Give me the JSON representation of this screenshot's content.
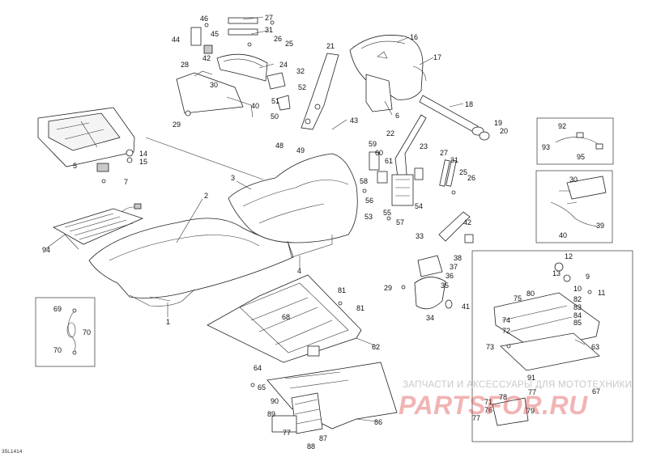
{
  "diagram_code": "35L1414",
  "watermark": {
    "line1": "ЗАПЧАСТИ И АКСЕССУАРЫ ДЛЯ МОТОТЕХНИКИ",
    "line2": "PARTSFOR.RU"
  },
  "callouts": {
    "c1": "1",
    "c2": "2",
    "c3": "3",
    "c4": "4",
    "c5": "5",
    "c6": "6",
    "c7": "7",
    "c9": "9",
    "c10": "10",
    "c11": "11",
    "c12": "12",
    "c13": "13",
    "c14": "14",
    "c15": "15",
    "c16": "16",
    "c17": "17",
    "c18": "18",
    "c19": "19",
    "c20": "20",
    "c21": "21",
    "c22": "22",
    "c23": "23",
    "c24": "24",
    "c25a": "25",
    "c25b": "25",
    "c26a": "26",
    "c26b": "26",
    "c27a": "27",
    "c27b": "27",
    "c28": "28",
    "c29a": "29",
    "c29b": "29",
    "c30a": "30",
    "c30b": "30",
    "c31a": "31",
    "c31b": "31",
    "c32": "32",
    "c33": "33",
    "c34": "34",
    "c35": "35",
    "c36": "36",
    "c37": "37",
    "c38": "38",
    "c39": "39",
    "c40a": "40",
    "c40b": "40",
    "c41": "41",
    "c42a": "42",
    "c42b": "42",
    "c43": "43",
    "c44": "44",
    "c45": "45",
    "c46": "46",
    "c48": "48",
    "c49": "49",
    "c50": "50",
    "c51": "51",
    "c52": "52",
    "c53": "53",
    "c54": "54",
    "c55": "55",
    "c56": "56",
    "c57": "57",
    "c58": "58",
    "c59": "59",
    "c60": "60",
    "c61": "61",
    "c62": "62",
    "c63": "63",
    "c64": "64",
    "c65": "65",
    "c67": "67",
    "c68": "68",
    "c69": "69",
    "c70a": "70",
    "c70b": "70",
    "c71": "71",
    "c72": "72",
    "c73": "73",
    "c74": "74",
    "c75": "75",
    "c76": "76",
    "c77a": "77",
    "c77b": "77",
    "c77c": "77",
    "c78": "78",
    "c79": "79",
    "c80": "80",
    "c81a": "81",
    "c81b": "81",
    "c82": "82",
    "c83": "83",
    "c84": "84",
    "c85": "85",
    "c86": "86",
    "c87": "87",
    "c88": "88",
    "c89": "89",
    "c90": "90",
    "c91": "91",
    "c92": "92",
    "c93": "93",
    "c94": "94",
    "c95": "95"
  }
}
